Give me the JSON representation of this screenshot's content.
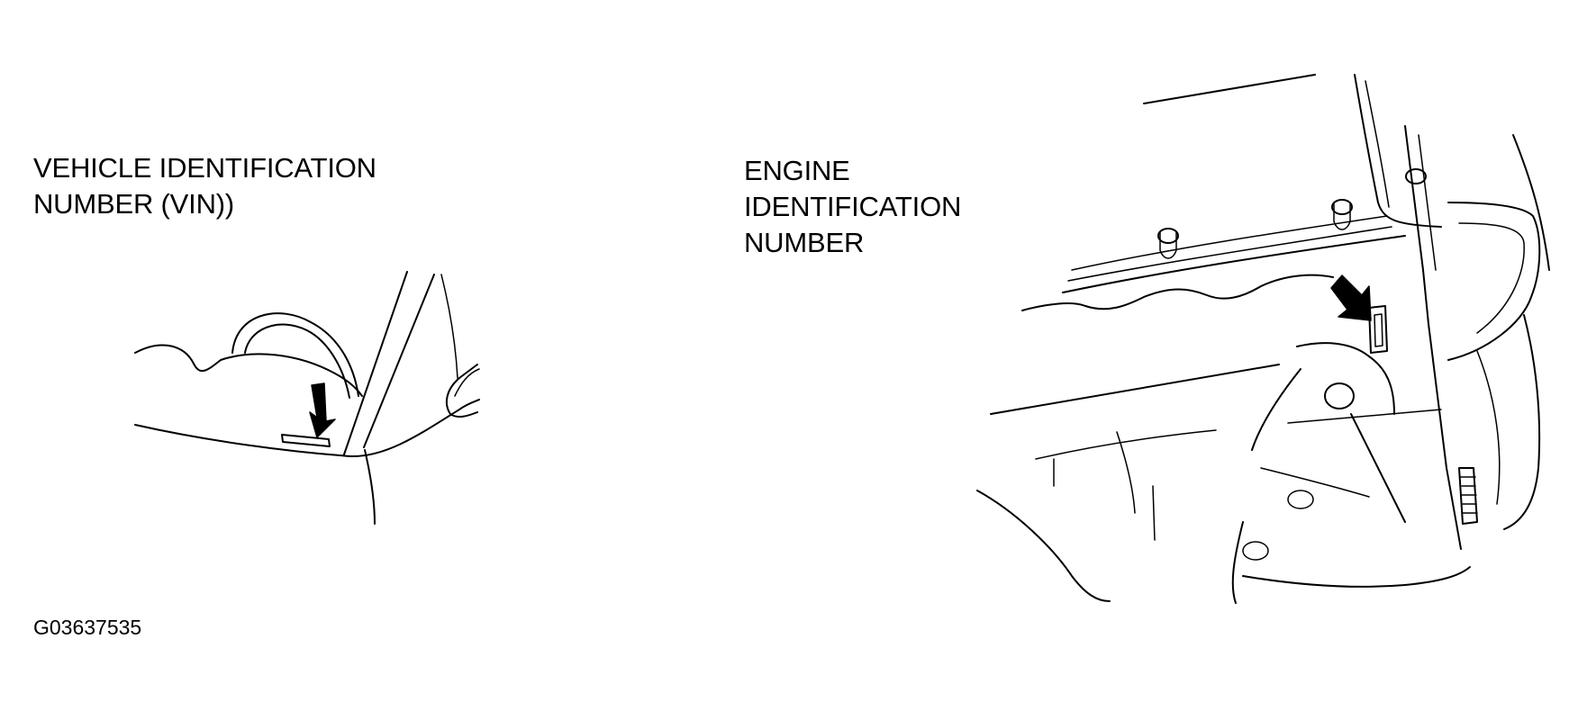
{
  "vin_callout": {
    "line1": "VEHICLE IDENTIFICATION",
    "line2": "NUMBER (VIN))"
  },
  "engine_callout": {
    "line1": "ENGINE",
    "line2": "IDENTIFICATION",
    "line3": "NUMBER"
  },
  "figure_id": "G03637535",
  "colors": {
    "ink": "#000000",
    "background": "#ffffff"
  },
  "icons": {
    "vin_pointer": "arrow-down-icon",
    "engine_pointer": "arrow-down-right-icon"
  }
}
